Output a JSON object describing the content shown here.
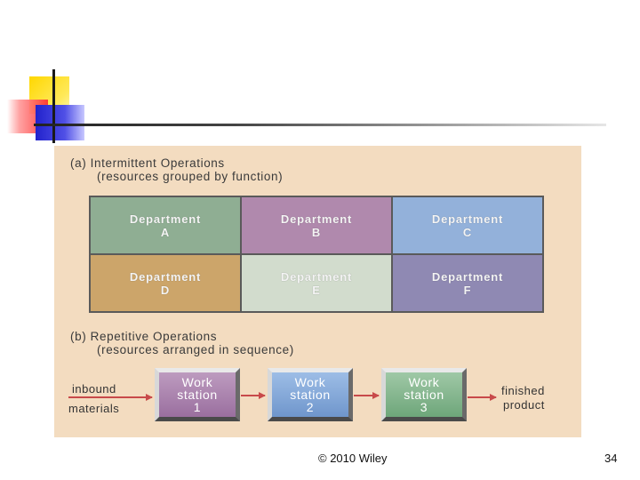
{
  "section_a": {
    "title": "(a) Intermittent Operations",
    "subtitle": "(resources grouped by function)"
  },
  "departments": [
    {
      "line1": "Department",
      "line2": "A",
      "color": "#8fae93"
    },
    {
      "line1": "Department",
      "line2": "B",
      "color": "#b089ad"
    },
    {
      "line1": "Department",
      "line2": "C",
      "color": "#93b1da"
    },
    {
      "line1": "Department",
      "line2": "D",
      "color": "#cca56a"
    },
    {
      "line1": "Department",
      "line2": "E",
      "color": "#d2dccd"
    },
    {
      "line1": "Department",
      "line2": "F",
      "color": "#8f89b3"
    }
  ],
  "section_b": {
    "title": "(b) Repetitive Operations",
    "subtitle": "(resources arranged in sequence)"
  },
  "inbound": {
    "line1": "inbound",
    "line2": "materials"
  },
  "workstations": [
    {
      "line1": "Work",
      "line2": "station",
      "line3": "1",
      "color": "#9a6f9f"
    },
    {
      "line1": "Work",
      "line2": "station",
      "line3": "2",
      "color": "#6f96cc"
    },
    {
      "line1": "Work",
      "line2": "station",
      "line3": "3",
      "color": "#6ea67a"
    }
  ],
  "finished": {
    "line1": "finished",
    "line2": "product"
  },
  "arrow_color": "#c84a4a",
  "footer": {
    "copyright": "© 2010 Wiley",
    "page_number": "34"
  }
}
